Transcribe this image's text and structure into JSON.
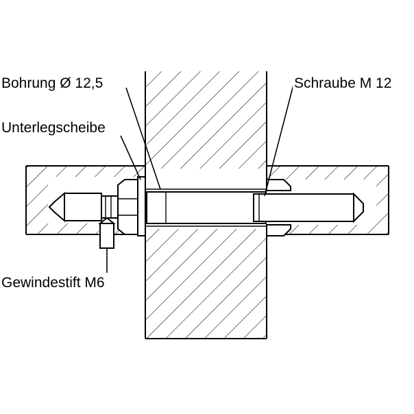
{
  "labels": {
    "bohrung": "Bohrung Ø 12,5",
    "schraube": "Schraube M 12",
    "unterlegscheibe": "Unterlegscheibe",
    "gewindestift": "Gewindestift M6"
  },
  "colors": {
    "line": "#000000",
    "hatch": "#000000",
    "background": "#ffffff"
  }
}
